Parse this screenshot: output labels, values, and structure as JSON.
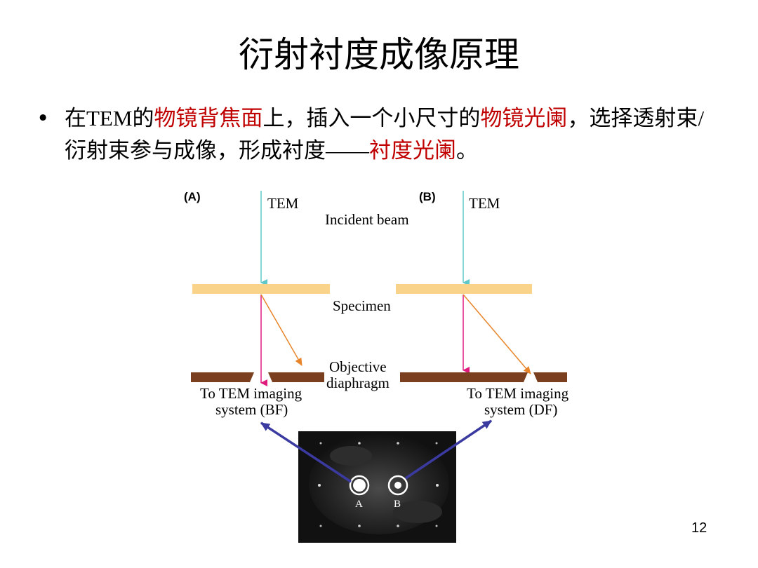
{
  "slide": {
    "title": "衍射衬度成像原理",
    "bullet": {
      "marker": "•",
      "parts": [
        {
          "text": "在",
          "style": "plain"
        },
        {
          "text": "TEM",
          "style": "serif"
        },
        {
          "text": "的",
          "style": "plain"
        },
        {
          "text": "物镜背焦面",
          "style": "red"
        },
        {
          "text": "上，插入一个小尺寸的",
          "style": "plain"
        },
        {
          "text": "物镜光阑",
          "style": "red"
        },
        {
          "text": "，选择透射束",
          "style": "plain"
        },
        {
          "text": "/",
          "style": "serif"
        },
        {
          "text": "衍射束参与成像，形成衬度",
          "style": "plain"
        },
        {
          "text": "——",
          "style": "serif"
        },
        {
          "text": "衬度光阑",
          "style": "red"
        },
        {
          "text": "。",
          "style": "plain"
        }
      ]
    },
    "page_number": "12"
  },
  "diagram": {
    "panel_a_label": "(A)",
    "panel_b_label": "(B)",
    "tem_label_a": "TEM",
    "tem_label_b": "TEM",
    "incident_beam_label": "Incident beam",
    "specimen_label": "Specimen",
    "objective_label_line1": "Objective",
    "objective_label_line2": "diaphragm",
    "bf_label_line1": "To TEM imaging",
    "bf_label_line2": "system (BF)",
    "df_label_line1": "To TEM imaging",
    "df_label_line2": "system (DF)",
    "spot_a_label": "A",
    "spot_b_label": "B",
    "colors": {
      "incident_beam": "#5ec8c8",
      "specimen": "#f9d38a",
      "transmitted_beam": "#e0197d",
      "diffracted_beam": "#e8852a",
      "diaphragm": "#7a3f1e",
      "pointer_arrow": "#3a3aa0",
      "pattern_bg": "#111111"
    }
  }
}
